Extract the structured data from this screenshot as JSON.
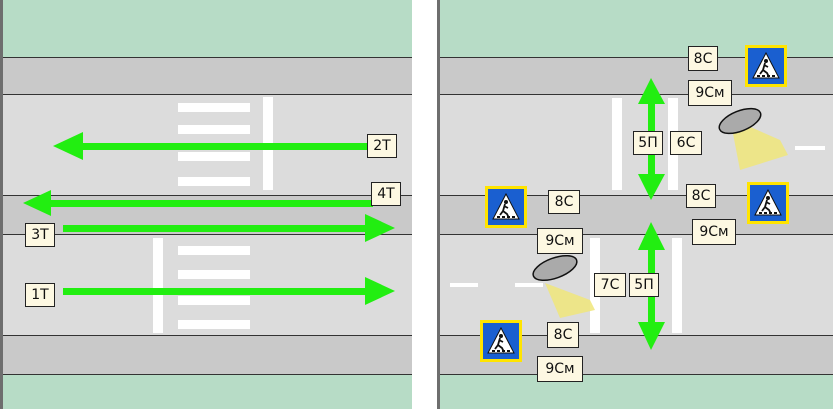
{
  "left_intersection": {
    "labels": {
      "t2": "2Т",
      "t4": "4Т",
      "t3": "3Т",
      "t1": "1Т"
    }
  },
  "right_intersection": {
    "labels": {
      "top_8c": "8С",
      "top_9cm": "9См",
      "mid_5p": "5П",
      "mid_6c": "6С",
      "right_8c": "8С",
      "right_9cm": "9См",
      "left_8c": "8С",
      "left_9cm": "9См",
      "low_7c": "7С",
      "low_5p": "5П",
      "bottom_8c": "8С",
      "bottom_9cm": "9См"
    }
  },
  "colors": {
    "arrow": "#22ee11",
    "grass": "#b7dcc6",
    "road": "#dcdcdc",
    "sign_blue": "#1a5fd0",
    "sign_yellow": "#ffe400"
  }
}
